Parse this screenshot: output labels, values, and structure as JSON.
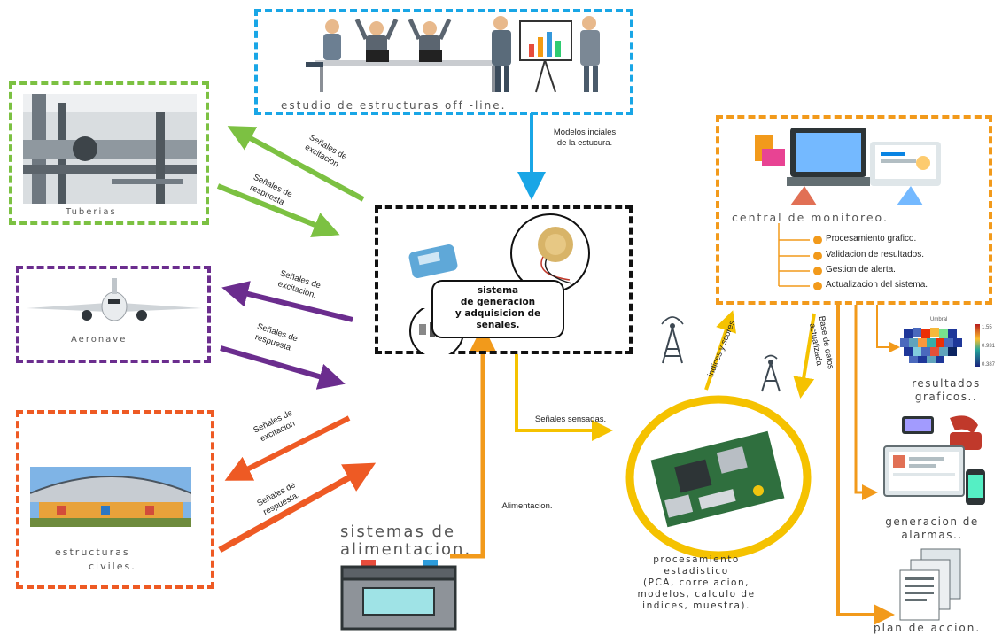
{
  "colors": {
    "blue": "#19a6e6",
    "green": "#7cc142",
    "purple": "#6b2d8e",
    "red": "#ee5a24",
    "orange": "#f29a1b",
    "yellow": "#f5c200",
    "black": "#111111"
  },
  "boxes": {
    "offline": "estudio de estructuras off -line.",
    "pipes": "Tuberias",
    "aircraft": "Aeronave",
    "civil": [
      "estructuras",
      "civiles."
    ],
    "core": [
      "sistema",
      "de generacion",
      "y adquisicion de",
      "señales."
    ],
    "monitor": "central de monitoreo."
  },
  "monitor_items": [
    "Procesamiento grafico.",
    "Validacion de resultados.",
    "Gestion de alerta.",
    "Actualizacion del sistema."
  ],
  "arrows": {
    "models": [
      "Modelos inciales",
      "de la estucura."
    ],
    "exc_pipes": [
      "Señales de",
      "excitacion."
    ],
    "resp_pipes": [
      "Señales de",
      "respuesta."
    ],
    "exc_air": [
      "Señales de",
      "excitacion."
    ],
    "resp_air": [
      "Señales de",
      "respuesta."
    ],
    "exc_civil": [
      "Señales de",
      "excitacion"
    ],
    "resp_civil": [
      "Señales de",
      "respuesta."
    ],
    "sensed": "Señales sensadas.",
    "power": "Alimentacion.",
    "indices": "indices y scores",
    "database": [
      "Base de datos",
      "actualizada"
    ]
  },
  "power_title": [
    "sistemas de",
    "alimentacion."
  ],
  "stats_title": [
    "procesamiento",
    "estadistico",
    "(PCA, correlacion,",
    "modelos, calculo de",
    "indices, muestra)."
  ],
  "outputs": {
    "graphics": [
      "resultados",
      "graficos.."
    ],
    "alarms": [
      "generacion de",
      "alarmas.."
    ],
    "plan": "plan de accion."
  },
  "heatmap": {
    "title": "Umbral",
    "ticks": [
      "1.55",
      "0.931",
      "0.387"
    ]
  }
}
